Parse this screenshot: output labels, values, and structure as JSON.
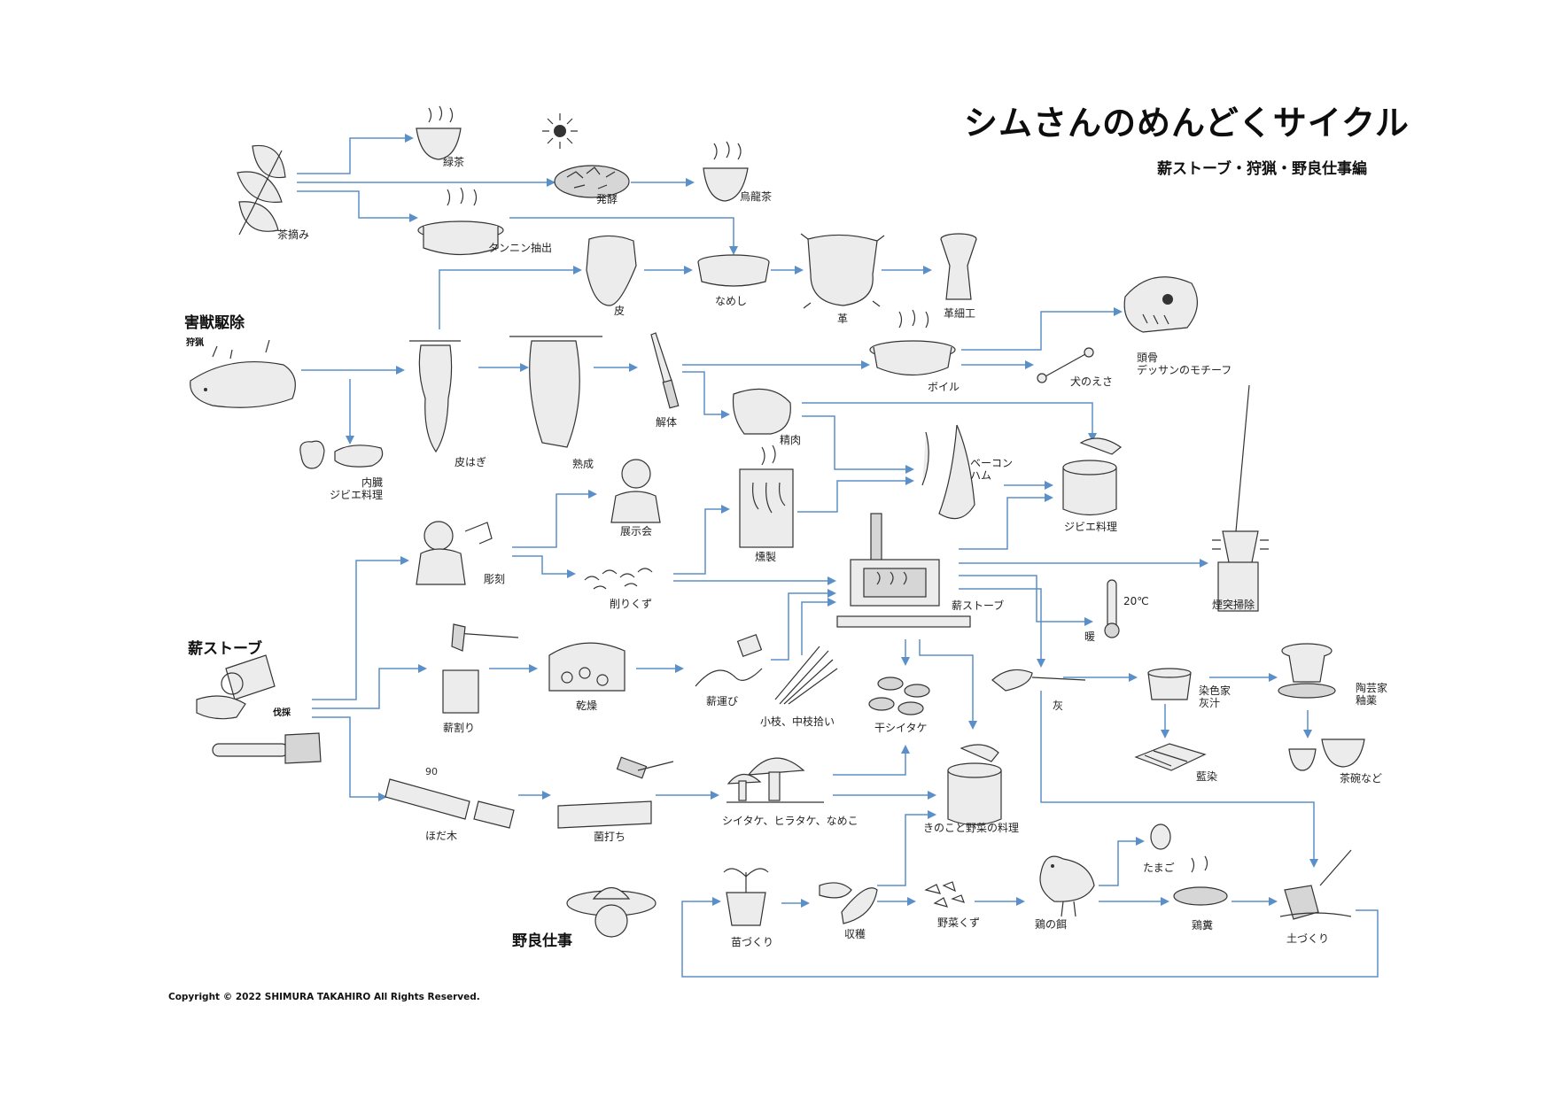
{
  "title": "シムさんのめんどくサイクル",
  "subtitle": "薪ストーブ・狩猟・野良仕事編",
  "copyright": "Copyright © 2022 SHIMURA TAKAHIRO All Rights Reserved.",
  "sections": {
    "pest": "害獣駆除",
    "hunting": "狩猟",
    "stove": "薪ストーブ",
    "felling": "伐採",
    "field": "野良仕事"
  },
  "nodes": {
    "tea_picking": "茶摘み",
    "green_tea": "緑茶",
    "fermentation": "発酵",
    "oolong": "烏龍茶",
    "tannin": "タンニン抽出",
    "hide": "皮",
    "tanning": "なめし",
    "leather": "革",
    "leathercraft": "革細工",
    "offal": "内臓\nジビエ料理",
    "skinning": "皮はぎ",
    "aging": "熟成",
    "butchering": "解体",
    "boil": "ボイル",
    "skull": "頭骨\nデッサンのモチーフ",
    "dog_food": "犬のえさ",
    "meat": "精肉",
    "bacon_ham": "ベーコン\nハム",
    "gibier_cooking": "ジビエ料理",
    "carving": "彫刻",
    "exhibition": "展示会",
    "shavings": "削りくず",
    "smoking": "燻製",
    "wood_stove": "薪ストーブ",
    "chimney_cleaning": "煙突掃除",
    "warmth": "暖",
    "ash": "灰",
    "dyer": "染色家\n灰汁",
    "indigo": "藍染",
    "potter": "陶芸家\n釉薬",
    "teabowls": "茶碗など",
    "splitting": "薪割り",
    "drying": "乾燥",
    "carrying": "薪運び",
    "twigs": "小枝、中枝拾い",
    "dried_shiitake": "干シイタケ",
    "logs": "ほだ木",
    "inoculation": "菌打ち",
    "mushrooms": "シイタケ、ヒラタケ、なめこ",
    "mushroom_cooking": "きのこと野菜の料理",
    "seedlings": "苗づくり",
    "harvest": "収穫",
    "veg_scraps": "野菜くず",
    "chicken_feed": "鶏の餌",
    "egg": "たまご",
    "chicken_manure": "鶏糞",
    "soil": "土づくり",
    "gauge": "90",
    "thermo": "20℃"
  },
  "colors": {
    "arrow": "#5b8fc7",
    "ink": "#222222",
    "background": "#ffffff"
  }
}
